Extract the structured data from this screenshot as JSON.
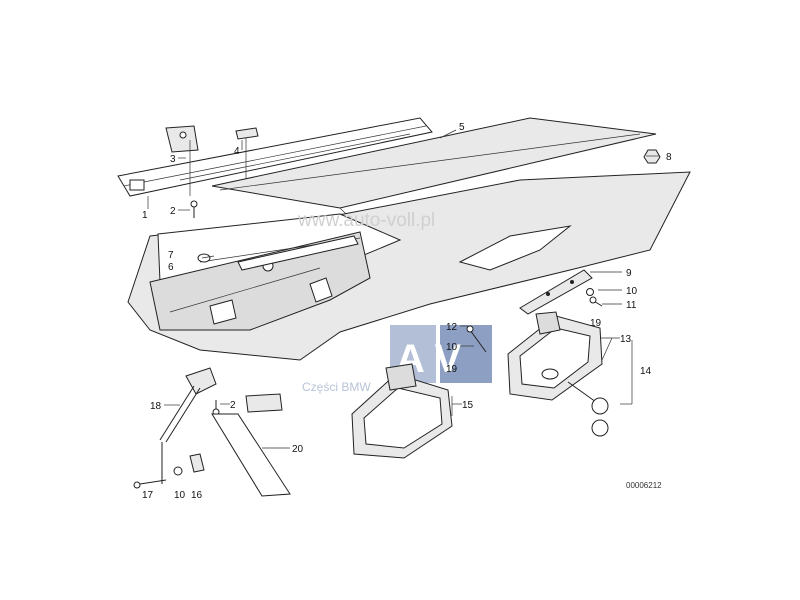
{
  "diagram": {
    "watermark_url": "www.auto-voll.pl",
    "watermark_logo": "A V",
    "watermark_caption": "Części BMW",
    "drawing_number": "00006212",
    "callouts": {
      "c1": "1",
      "c2a": "2",
      "c2b": "2",
      "c3": "3",
      "c4": "4",
      "c5": "5",
      "c6": "6",
      "c7": "7",
      "c8": "8",
      "c9": "9",
      "c10a": "10",
      "c10b": "10",
      "c10c": "10",
      "c11": "11",
      "c12": "12",
      "c13": "13",
      "c14": "14",
      "c15": "15",
      "c16": "16",
      "c17": "17",
      "c18": "18",
      "c19a": "19",
      "c19b": "19",
      "c20": "20"
    }
  }
}
